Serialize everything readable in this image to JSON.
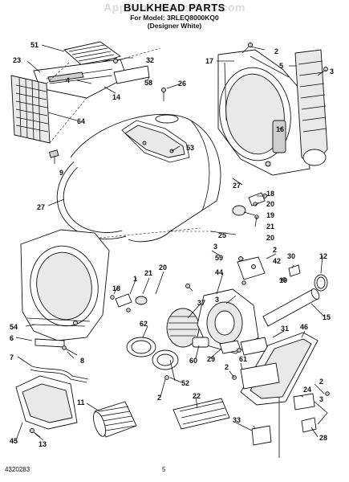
{
  "watermark": "AppliancePartsPros.com",
  "title": "BULKHEAD PARTS",
  "model_line": "For Model: 3RLEQ8000KQ0",
  "color_line": "(Designer White)",
  "footer_left": "4320283",
  "footer_mid": "5",
  "callouts": {
    "c1": "51",
    "c2": "23",
    "c3": "32",
    "c4": "17",
    "c5": "2",
    "c6": "5",
    "c7": "3",
    "c8": "4",
    "c9": "58",
    "c10": "26",
    "c11": "14",
    "c12": "64",
    "c13": "16",
    "c14": "53",
    "c15": "9",
    "c16": "27",
    "c17": "27",
    "c18": "18",
    "c19": "20",
    "c20": "19",
    "c21": "21",
    "c22": "20",
    "c23": "25",
    "c24": "3",
    "c25": "2",
    "c26": "59",
    "c27": "42",
    "c28": "30",
    "c29": "12",
    "c30": "21",
    "c31": "20",
    "c32": "1",
    "c33": "18",
    "c34": "44",
    "c35": "10",
    "c36": "37",
    "c37": "15",
    "c38": "54",
    "c39": "62",
    "c40": "3",
    "c41": "31",
    "c42": "46",
    "c43": "6",
    "c44": "8",
    "c45": "7",
    "c46": "60",
    "c47": "29",
    "c48": "61",
    "c49": "52",
    "c50": "2",
    "c51": "2",
    "c52": "11",
    "c53": "22",
    "c54": "24",
    "c55": "2",
    "c56": "3",
    "c57": "33",
    "c58": "28",
    "c59": "45",
    "c60": "13"
  }
}
